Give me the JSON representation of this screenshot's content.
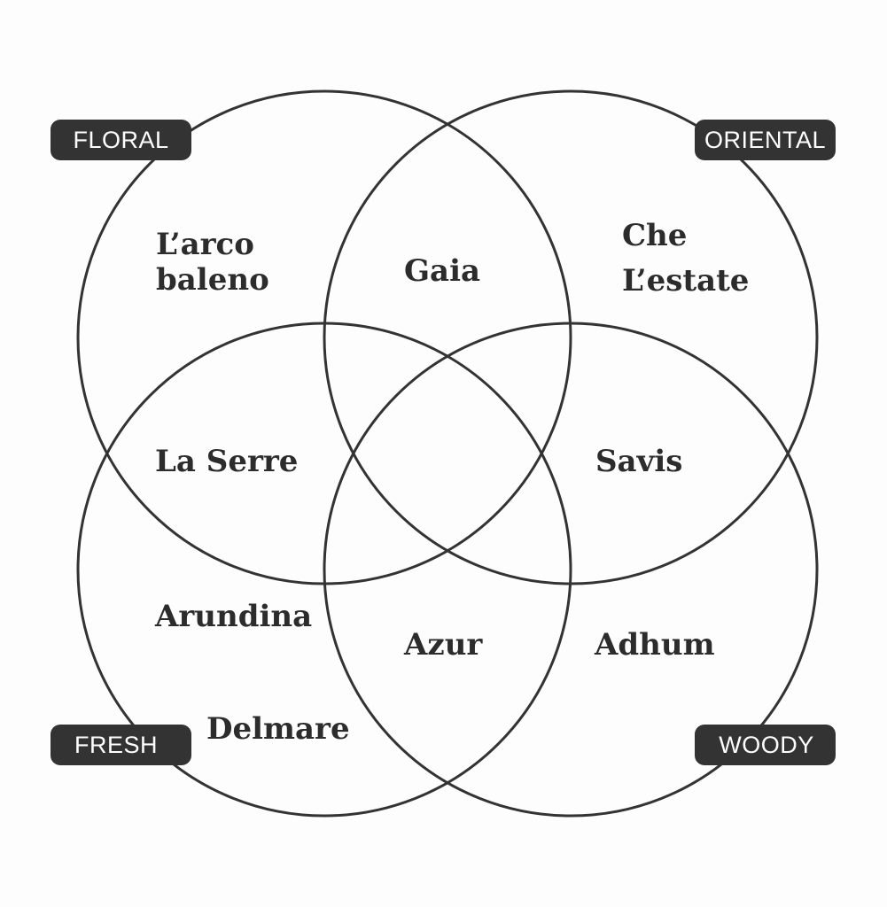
{
  "categories": {
    "floral": "FLORAL",
    "oriental": "ORIENTAL",
    "fresh": "FRESH",
    "woody": "WOODY"
  },
  "fragrances": {
    "larco_line1": "L’arco",
    "larco_line2": "baleno",
    "gaia": "Gaia",
    "che": "Che",
    "lestate": "L’estate",
    "la_serre": "La Serre",
    "savis": "Savis",
    "arundina": "Arundina",
    "azur": "Azur",
    "adhum": "Adhum",
    "delmare": "Delmare"
  },
  "colors": {
    "stroke": "#333333",
    "tag_background": "#333333",
    "tag_text": "#ffffff",
    "text": "#2c2c2c",
    "background": "#fdfdfd"
  }
}
